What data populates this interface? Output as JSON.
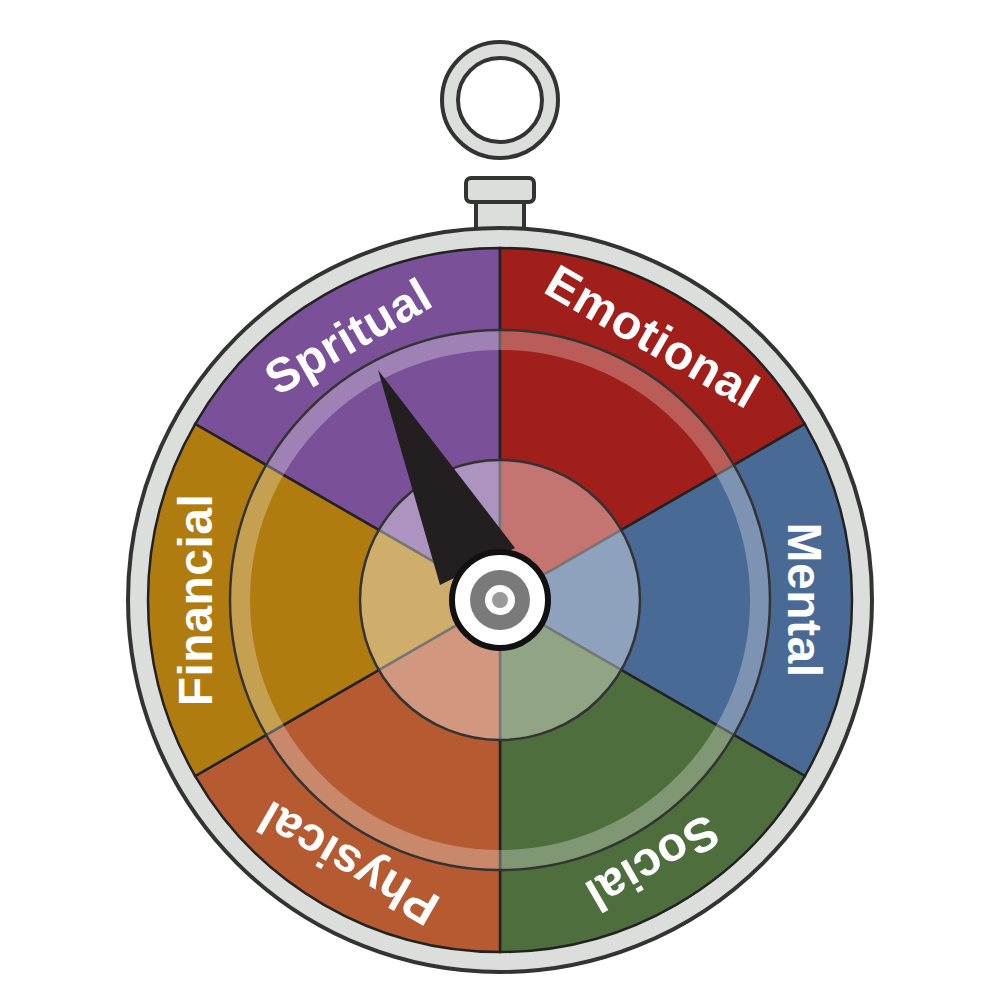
{
  "diagram": {
    "nodes": [
      {
        "text": [
          "Spritual"
        ]
      },
      {
        "text": [
          "Emotional"
        ]
      },
      {
        "text": [
          "Mental"
        ]
      },
      {
        "text": [
          "Social"
        ]
      },
      {
        "text": [
          "Physical"
        ]
      },
      {
        "text": [
          "Financial"
        ]
      }
    ]
  }
}
